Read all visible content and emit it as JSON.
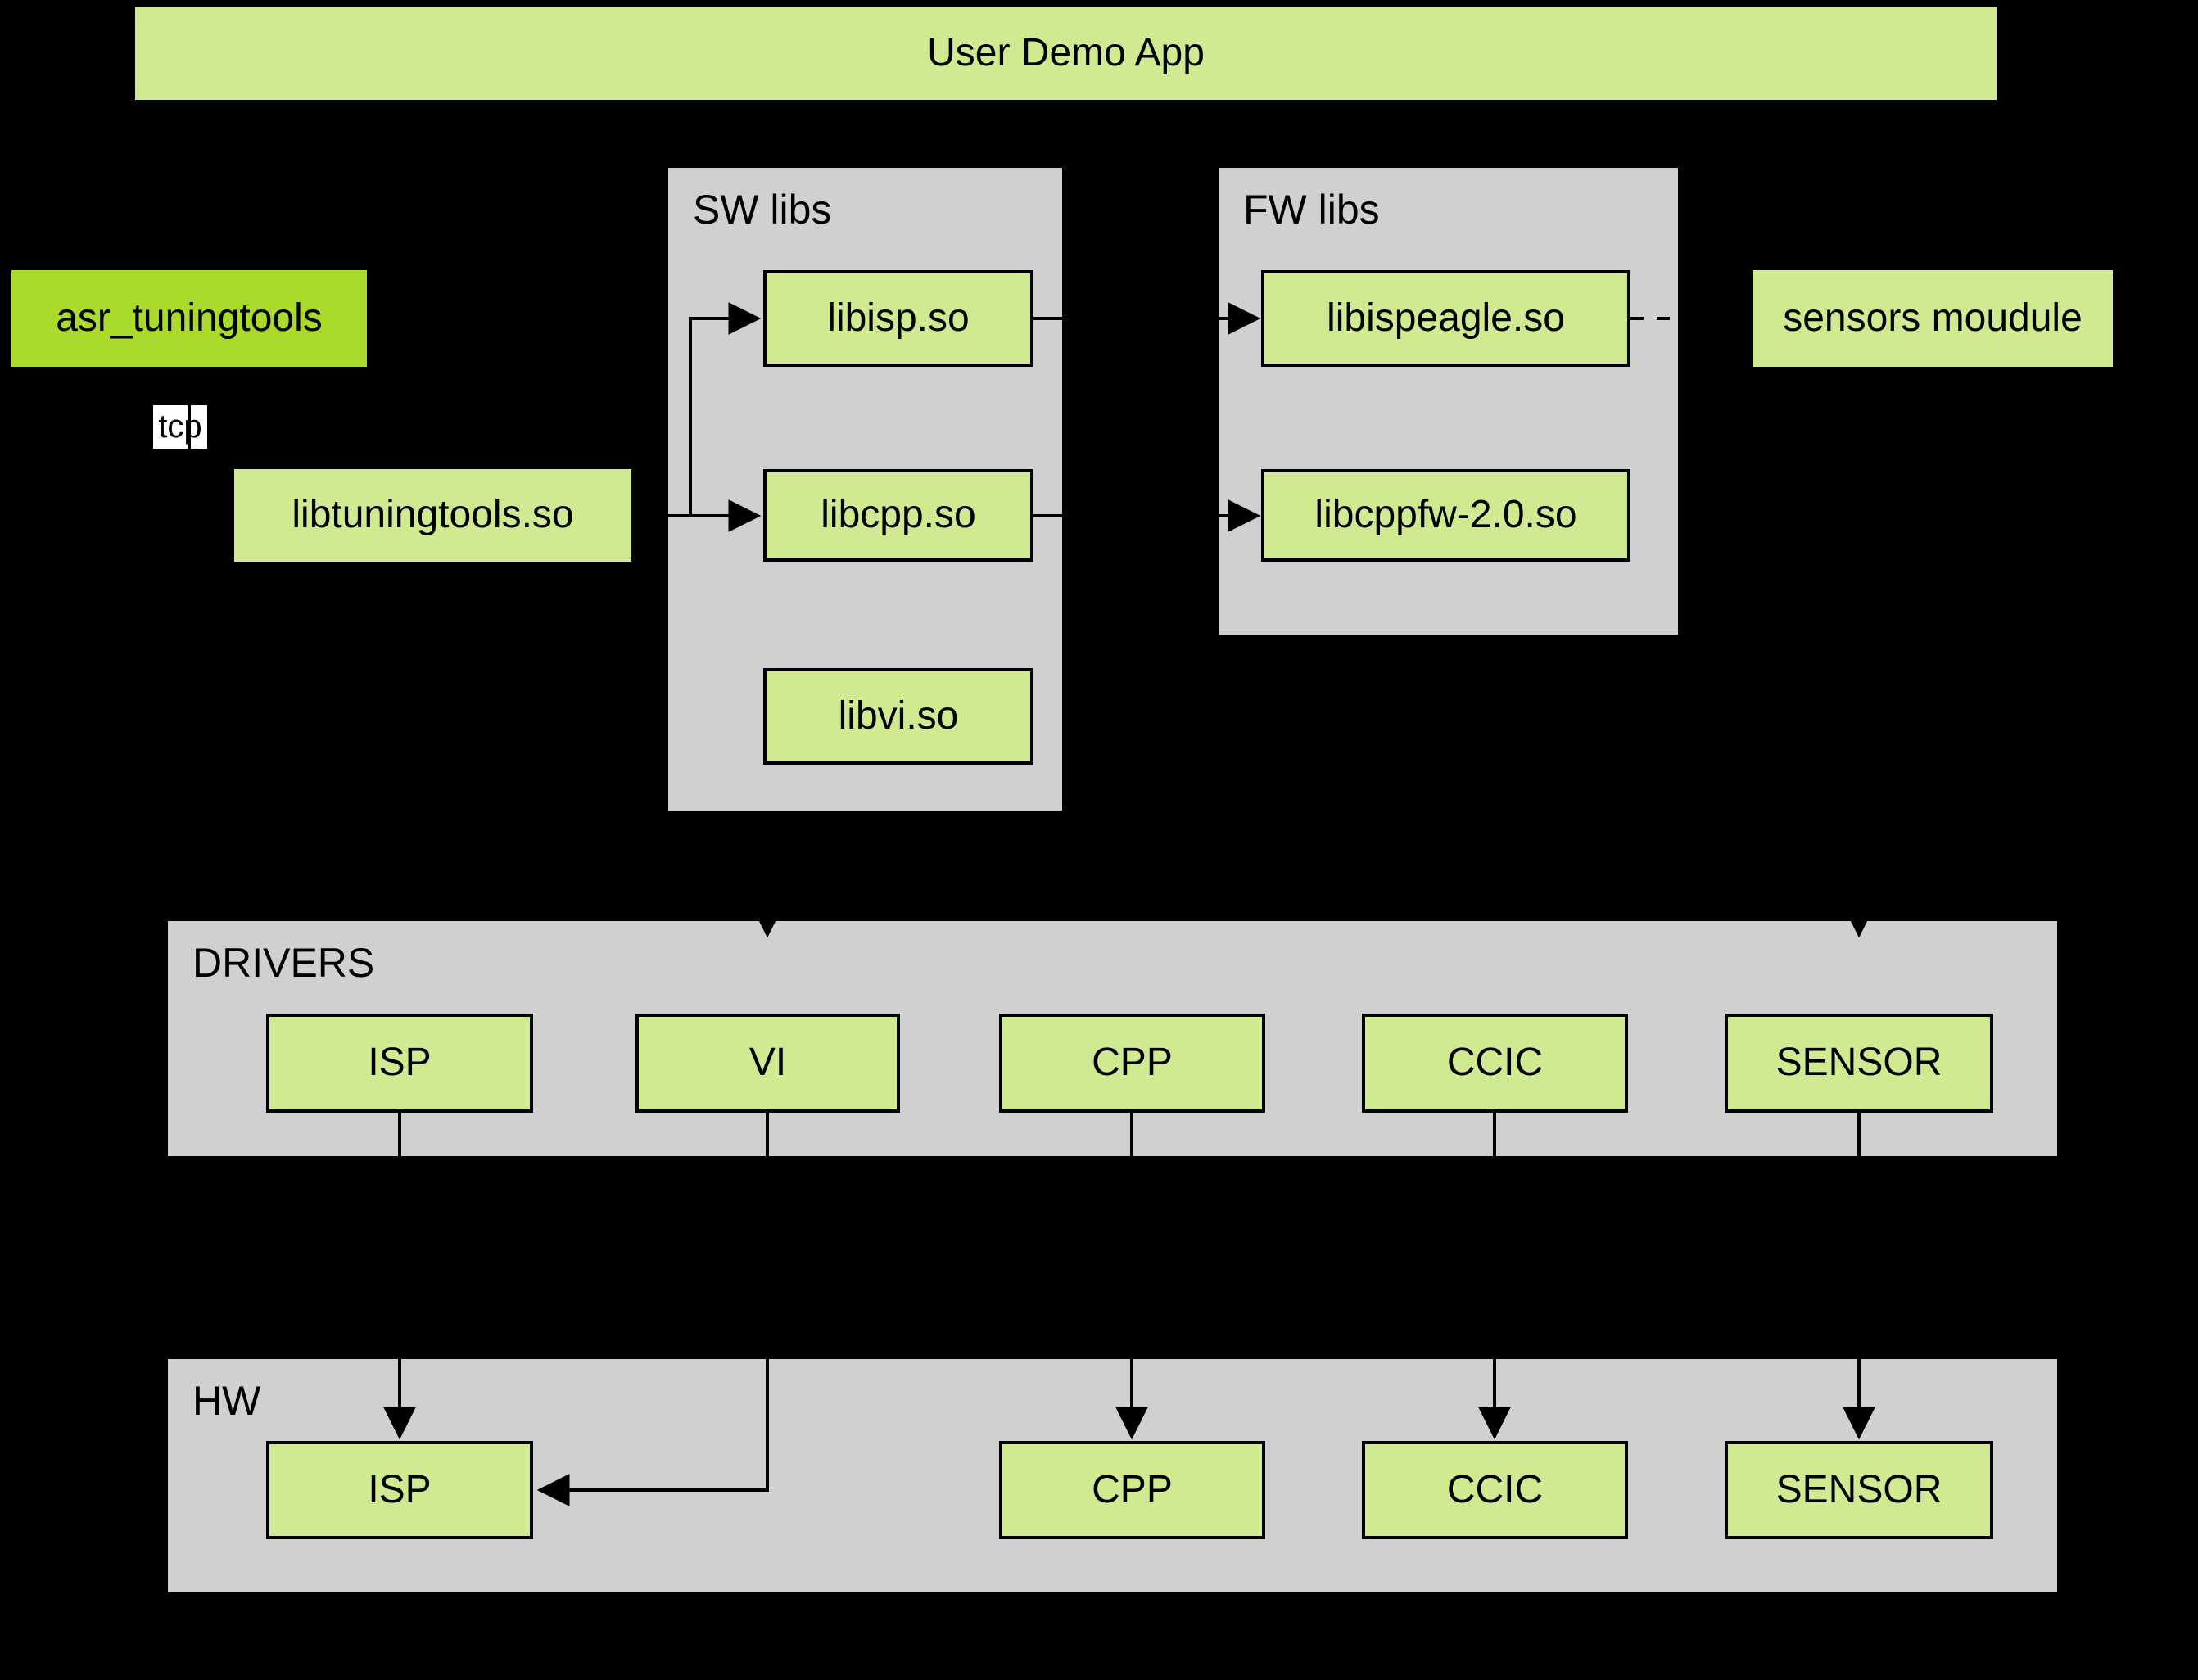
{
  "app": {
    "title": "User Demo App"
  },
  "standalone": {
    "asr_tuningtools": "asr_tuningtools",
    "libtuningtools": "libtuningtools.so",
    "sensors_module": "sensors moudule"
  },
  "edge_labels": {
    "tcp": "tcp"
  },
  "containers": {
    "sw_libs": {
      "label": "SW libs",
      "items": [
        "libisp.so",
        "libcpp.so",
        "libvi.so"
      ]
    },
    "fw_libs": {
      "label": "FW libs",
      "items": [
        "libispeagle.so",
        "libcppfw-2.0.so"
      ]
    },
    "drivers": {
      "label": "DRIVERS",
      "items": [
        "ISP",
        "VI",
        "CPP",
        "CCIC",
        "SENSOR"
      ]
    },
    "hw": {
      "label": "HW",
      "items": [
        "ISP",
        "CPP",
        "CCIC",
        "SENSOR"
      ]
    }
  },
  "colors": {
    "background": "#000000",
    "container_fill": "#d0d0d0",
    "node_fill": "#cfea90",
    "accent_node_fill": "#aada2c",
    "line": "#000000",
    "edge_label_bg": "#ffffff",
    "text": "#000000"
  }
}
